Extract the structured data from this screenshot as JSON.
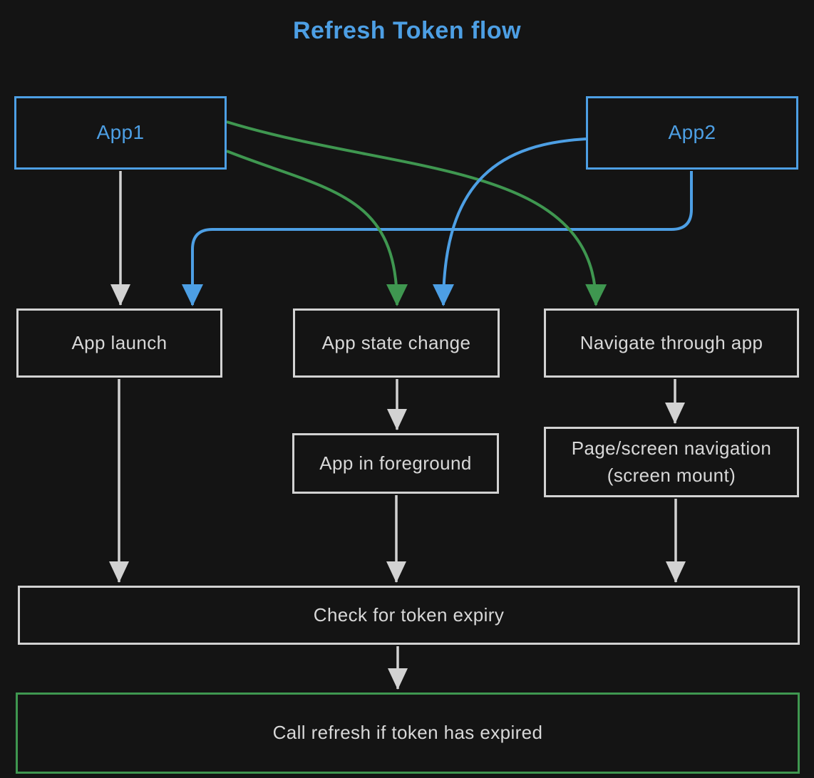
{
  "title": {
    "text": "Refresh Token flow"
  },
  "colors": {
    "background": "#141414",
    "blue": "#4d9fe4",
    "green": "#3f9750",
    "gray_line": "#d2d2d2",
    "gray_text": "#d8d8d8"
  },
  "nodes": [
    {
      "id": "app1",
      "label": "App1",
      "style": "blue"
    },
    {
      "id": "app2",
      "label": "App2",
      "style": "blue"
    },
    {
      "id": "app-launch",
      "label": "App launch",
      "style": "gray"
    },
    {
      "id": "app-state-change",
      "label": "App state change",
      "style": "gray"
    },
    {
      "id": "navigate-through-app",
      "label": "Navigate through app",
      "style": "gray"
    },
    {
      "id": "app-in-foreground",
      "label": "App in foreground",
      "style": "gray"
    },
    {
      "id": "page-screen-navigation",
      "label": "Page/screen navigation (screen mount)",
      "lines": [
        "Page/screen navigation",
        "(screen mount)"
      ],
      "style": "gray"
    },
    {
      "id": "check-token-expiry",
      "label": "Check for token expiry",
      "style": "gray"
    },
    {
      "id": "call-refresh",
      "label": "Call refresh if token has expired",
      "style": "green"
    }
  ],
  "edges": [
    {
      "from": "App1",
      "to": "App launch",
      "color": "gray"
    },
    {
      "from": "App1",
      "to": "App state change",
      "color": "green"
    },
    {
      "from": "App1",
      "to": "Navigate through app",
      "color": "green"
    },
    {
      "from": "App2",
      "to": "App launch",
      "color": "blue"
    },
    {
      "from": "App2",
      "to": "App state change",
      "color": "blue"
    },
    {
      "from": "App launch",
      "to": "Check for token expiry",
      "color": "gray"
    },
    {
      "from": "App state change",
      "to": "App in foreground",
      "color": "gray"
    },
    {
      "from": "App in foreground",
      "to": "Check for token expiry",
      "color": "gray"
    },
    {
      "from": "Navigate through app",
      "to": "Page/screen navigation (screen mount)",
      "color": "gray"
    },
    {
      "from": "Page/screen navigation (screen mount)",
      "to": "Check for token expiry",
      "color": "gray"
    },
    {
      "from": "Check for token expiry",
      "to": "Call refresh if token has expired",
      "color": "gray"
    }
  ]
}
